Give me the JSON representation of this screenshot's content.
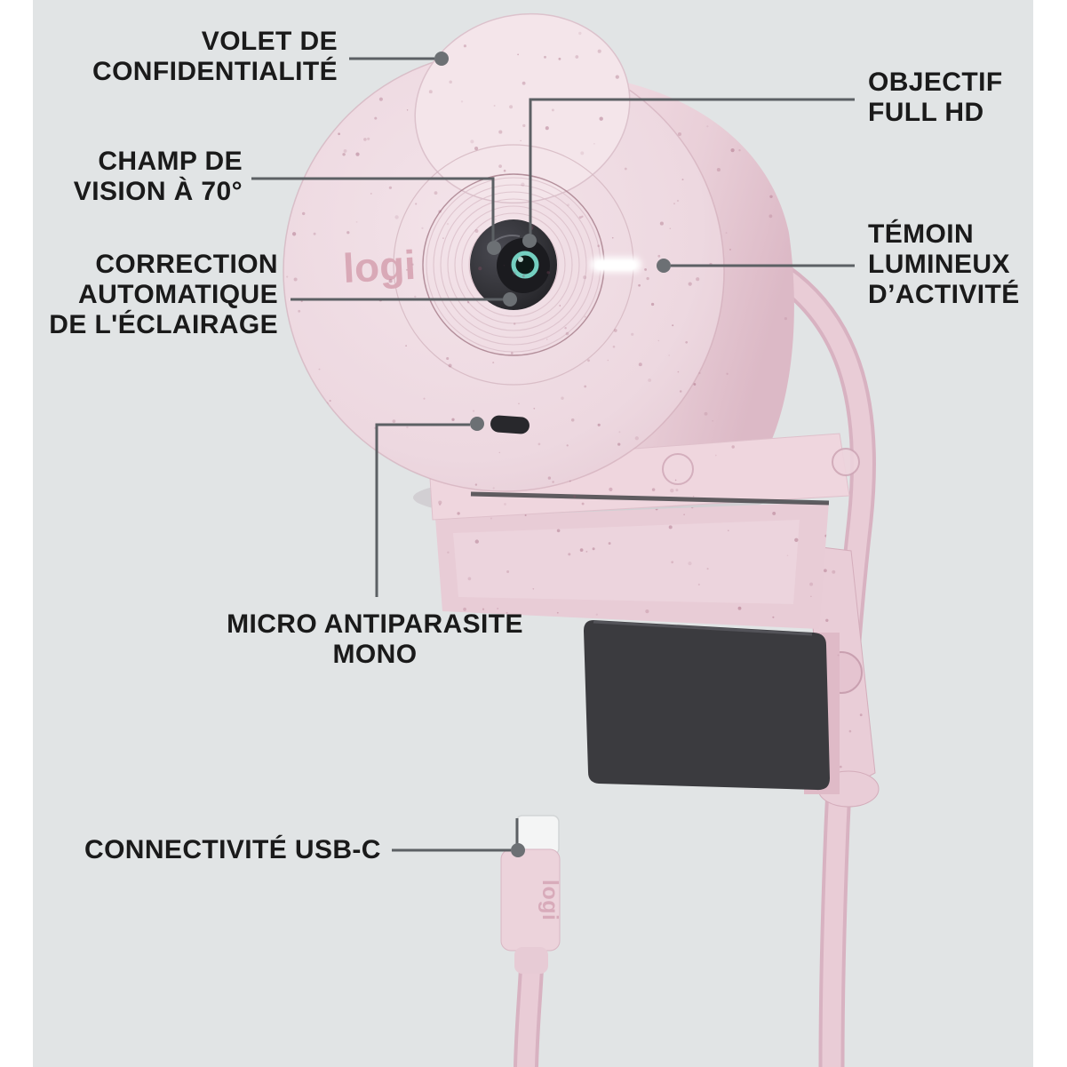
{
  "callouts": {
    "privacy_shutter": "VOLET DE\nCONFIDENTIALITÉ",
    "field_of_view": "CHAMP DE\nVISION À 70°",
    "auto_light_correction": "CORRECTION\nAUTOMATIQUE\nDE L'ÉCLAIRAGE",
    "full_hd_lens": "OBJECTIF\nFULL HD",
    "activity_light": "TÉMOIN\nLUMINEUX\nD’ACTIVITÉ",
    "mono_mic": "MICRO ANTIPARASITE\nMONO",
    "usb_c": "CONNECTIVITÉ USB-C"
  },
  "branding": {
    "camera_logo": "logi",
    "cable_logo": "logi"
  },
  "colors": {
    "page": "#ffffff",
    "background_panel": "#e1e4e5",
    "label_text": "#1a1a1a",
    "callout_line": "#5c6064",
    "callout_dot": "#6c7074",
    "product_rose": "#eed8df",
    "product_rose_dark": "#debcc9",
    "lens_black": "#2a2a2f",
    "lens_teal": "#74cfc0",
    "activity_led": "#ffffff",
    "pad_black": "#3b3b3f",
    "usb_metal": "#f4f5f5"
  }
}
